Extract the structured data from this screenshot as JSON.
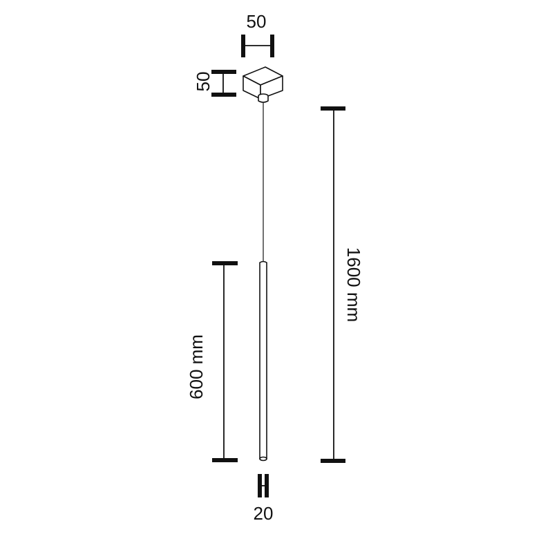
{
  "canopy": {
    "width_label": "50",
    "height_label": "50"
  },
  "suspension": {
    "total_length_label": "1600 mm"
  },
  "tube": {
    "length_label": "600 mm",
    "diameter_label": "20"
  },
  "colors": {
    "line": "#111111",
    "background": "#ffffff"
  }
}
